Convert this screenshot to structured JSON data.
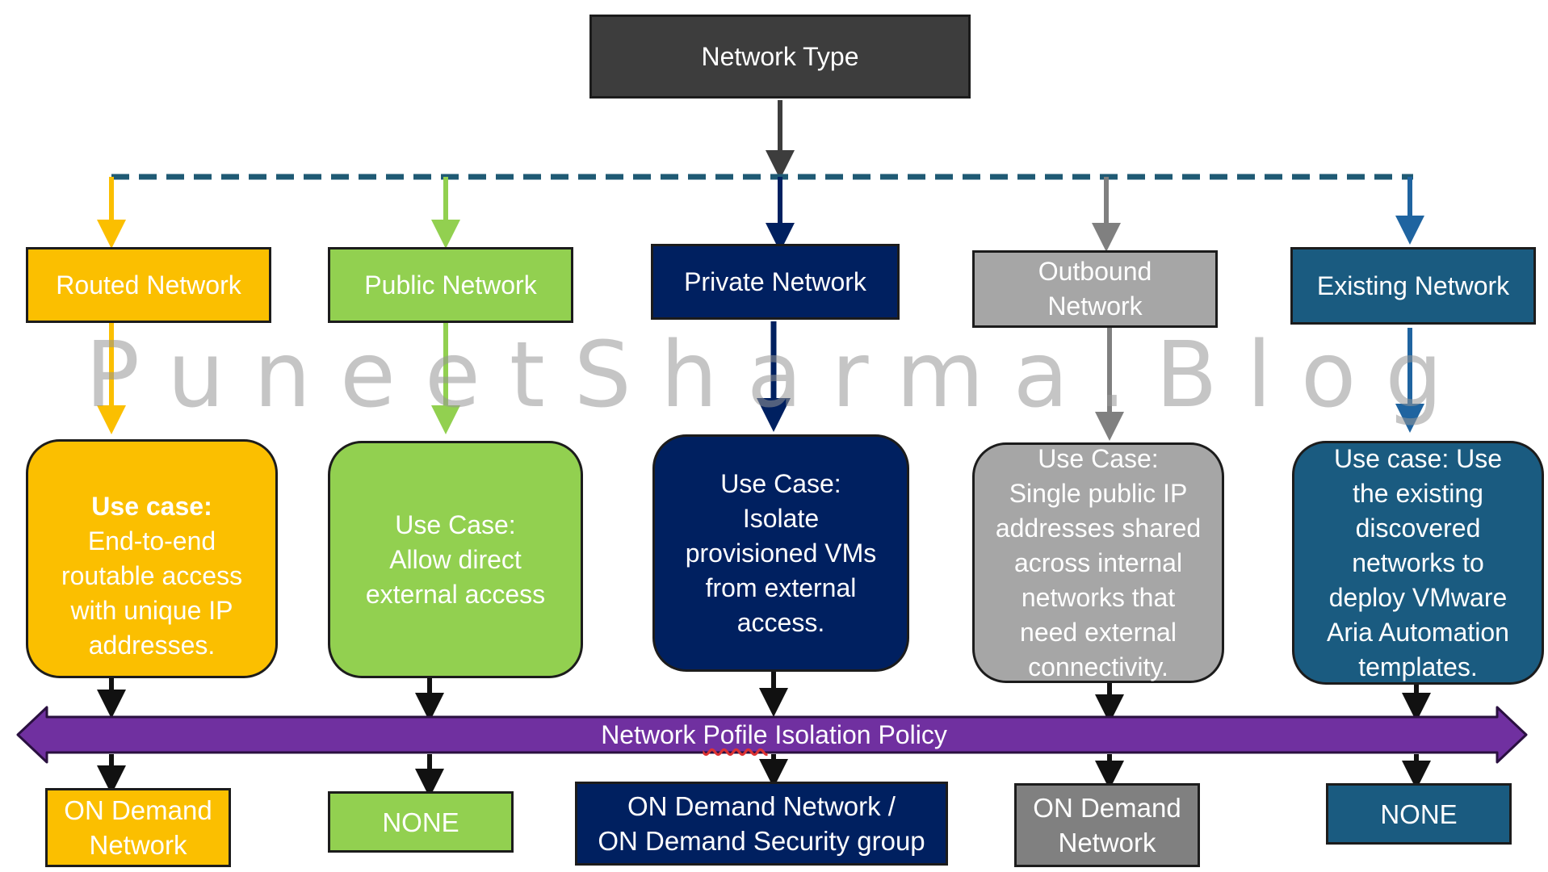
{
  "root": {
    "label": "Network Type"
  },
  "watermark": "PuneetSharma.Blog",
  "policy_bar": {
    "before": "Network ",
    "misspelled": "Pofile",
    "after": " Isolation Policy"
  },
  "colors": {
    "root": "#3d3d3d",
    "routed": "#fbbf00",
    "public": "#92d050",
    "private": "#002060",
    "outbound": "#a6a6a6",
    "outbound_result": "#808080",
    "existing": "#1a5b80",
    "policy": "#7030a0",
    "connector_dashed": "#1f5a74",
    "arrow_dark": "#111111"
  },
  "columns": [
    {
      "id": "routed",
      "type": "Routed Network",
      "use_case_heading": "Use case:",
      "use_case": "End-to-end\nroutable access\nwith unique IP\naddresses.",
      "result": "ON Demand\nNetwork"
    },
    {
      "id": "public",
      "type": "Public Network",
      "use_case_heading": "",
      "use_case": "Use Case:\nAllow direct\nexternal access",
      "result": "NONE"
    },
    {
      "id": "private",
      "type": "Private Network",
      "use_case_heading": "",
      "use_case": "Use Case:\nIsolate\nprovisioned VMs\nfrom external\naccess.",
      "result": "ON Demand Network /\nON Demand Security group"
    },
    {
      "id": "outbound",
      "type": "Outbound\nNetwork",
      "use_case_heading": "",
      "use_case": "Use Case:\nSingle public IP\naddresses shared\nacross internal\nnetworks that\nneed external\nconnectivity.",
      "result": "ON Demand\nNetwork"
    },
    {
      "id": "existing",
      "type": "Existing Network",
      "use_case_heading": "",
      "use_case": "Use case: Use\nthe existing\ndiscovered\nnetworks to\ndeploy VMware\nAria Automation\ntemplates.",
      "result": "NONE"
    }
  ]
}
